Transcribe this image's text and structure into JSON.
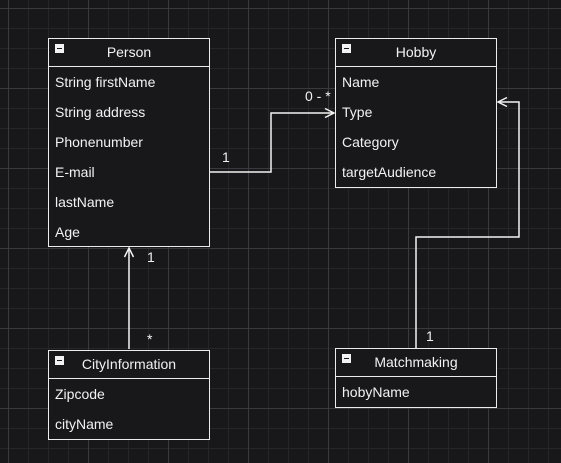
{
  "classes": {
    "person": {
      "name": "Person",
      "attributes": [
        "String firstName",
        "String address",
        "Phonenumber",
        "E-mail",
        "lastName",
        "Age"
      ]
    },
    "hobby": {
      "name": "Hobby",
      "attributes": [
        "Name",
        "Type",
        "Category",
        "targetAudience"
      ]
    },
    "city": {
      "name": "CityInformation",
      "attributes": [
        "Zipcode",
        "cityName"
      ]
    },
    "matchmaking": {
      "name": "Matchmaking",
      "attributes": [
        "hobyName"
      ]
    }
  },
  "edges": {
    "person_hobby": {
      "source_label": "1",
      "target_label": "0 - *"
    },
    "city_person": {
      "source_label": "*",
      "target_label": "1"
    },
    "matchmaking_hobby": {
      "source_label": "1"
    }
  }
}
